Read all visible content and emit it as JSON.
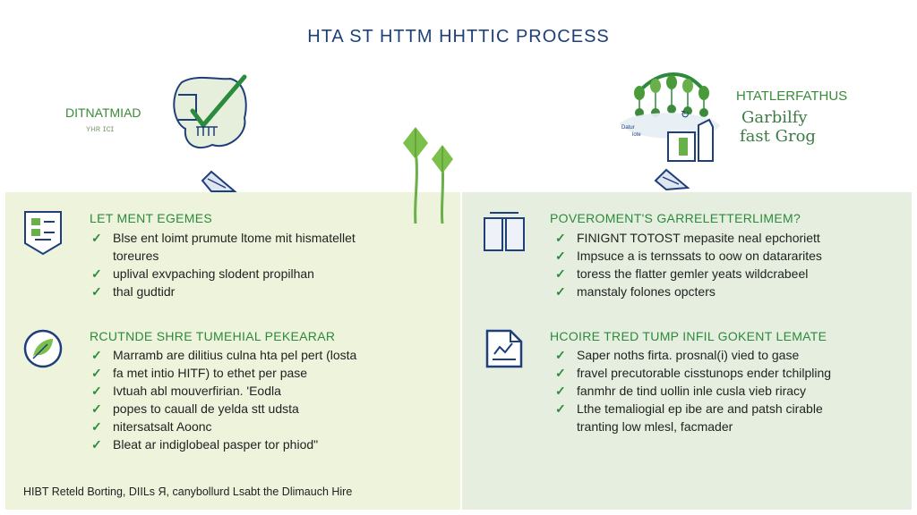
{
  "title": "HTA ST HTTM HHTTIC PROCESS",
  "header_left": {
    "label": "DITNATMIAD",
    "sublabel": "ʏʜʀ ɪcɪ"
  },
  "header_right": {
    "label": "HTATLERFATHUS",
    "line2": "Garbilfy",
    "line3": "fast Grog",
    "diagram_text": "Datur\nlote"
  },
  "sections": [
    {
      "title": "LET MENT EGEMES",
      "items": [
        {
          "text": "Blse ent loimt prumute ltome mit hismatellet",
          "check": true
        },
        {
          "text": "toreures",
          "check": false
        },
        {
          "text": "uplival exvpaching slodent propilhan",
          "check": true
        },
        {
          "text": "thal gudtidr",
          "check": true
        }
      ]
    },
    {
      "title": "POVEROMENT'S GARRELETTERLIMEM?",
      "items": [
        {
          "text": "FINIGNT TOTOST mepasite neal epchoriett",
          "check": true
        },
        {
          "text": "Impsuce a is ternssats to oow on datararites",
          "check": true
        },
        {
          "text": "toress the flatter gemler yeats wildcrabeel",
          "check": true
        },
        {
          "text": "manstaly folones opcters",
          "check": true
        }
      ]
    },
    {
      "title": "RCUTNDE SHRE TUMEHIAL PEKEARAR",
      "items": [
        {
          "text": "Marramb are dilitius culna hta pel pert (losta",
          "check": true
        },
        {
          "text": "fa met intio HITF) to ethet per pase",
          "check": true
        },
        {
          "text": "Ivtuah abl mouverfirian. 'Eodla",
          "check": true
        },
        {
          "text": "popes to cauall de yelda stt udsta",
          "check": true
        },
        {
          "text": "nitersatsalt Aoonc",
          "check": true
        },
        {
          "text": "Bleat ar indiglobeal pasper tor phiod\"",
          "check": true
        }
      ]
    },
    {
      "title": "HCOIRE TRED TUMP INFIL GOKENT LEMATE",
      "items": [
        {
          "text": "Saper noths firta. prosnal(i) vied to gase",
          "check": true
        },
        {
          "text": "fravel precutorable cisstunops ender tchilpling",
          "check": true
        },
        {
          "text": "fanmhr de tind uollin inle cusla vieb riracy",
          "check": true
        },
        {
          "text": "Lthe temaliogial ep ibe are and patsh cirable",
          "check": true
        },
        {
          "text": "tranting low mlesl, facmader",
          "check": false
        }
      ]
    }
  ],
  "footer": "HIBT Reteld Borting, DIILs  Я, canybollurd Lsabt the Dlimauch Hire",
  "colors": {
    "accent_green": "#2c8a3c",
    "navy": "#1f3f7a",
    "panel_left": "#eef3dc",
    "panel_right": "#e6efdf"
  },
  "icons": [
    "check-badge-icon",
    "shield-list-icon",
    "book-icon",
    "leaf-circle-icon",
    "document-chart-icon",
    "sprout-icon",
    "balloon-cluster-icon",
    "checkmark-icon"
  ]
}
